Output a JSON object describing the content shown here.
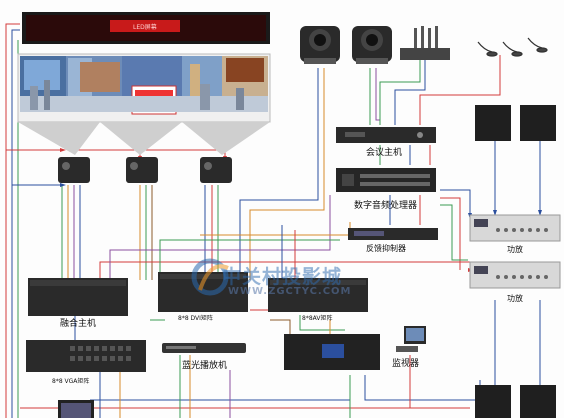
{
  "led_display": {
    "text": "LED屏幕"
  },
  "labels": {
    "conference_host": "会议主机",
    "digital_audio_processor": "数字音频处理器",
    "feedback_suppressor": "反馈抑制器",
    "amplifier_1": "功放",
    "amplifier_2": "功放",
    "fusion_host": "融合主机",
    "dvi_matrix": "8*8 DVI矩阵",
    "av_matrix": "8*8AV矩阵",
    "vga_matrix": "8*8 VGA矩阵",
    "bluray_player": "蓝光播放机",
    "monitor": "监视器"
  },
  "watermark": {
    "cn": "中关村投影城",
    "url": "WWW.ZGCTYC.COM"
  },
  "colors": {
    "red": "#d23c3c",
    "blue": "#2b4f9e",
    "green": "#3c9a52",
    "orange": "#d88a2a",
    "purple": "#8a4fa0",
    "brown": "#8a5a2a",
    "device": "#2a2a2a",
    "led_red": "#c81a1a"
  }
}
